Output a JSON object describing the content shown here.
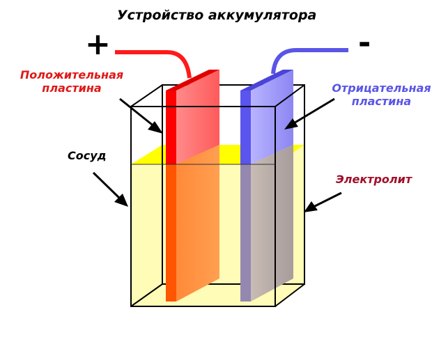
{
  "title": "Устройство аккумулятора",
  "plus_sign": "+",
  "minus_sign": "-",
  "labels": {
    "positive_plate": [
      "Положительная",
      "пластина"
    ],
    "negative_plate": [
      "Отрицательная",
      "пластина"
    ],
    "vessel": "Сосуд",
    "electrolyte": "Электролит"
  },
  "colors": {
    "positive": "#ff1a1a",
    "negative": "#5a55e6",
    "electrolyte": "#fffcb8",
    "electrolyte_surface": "#ffff00",
    "label_red": "#e01818",
    "label_blue": "#5a55e6",
    "label_dark_red": "#a0102a"
  }
}
